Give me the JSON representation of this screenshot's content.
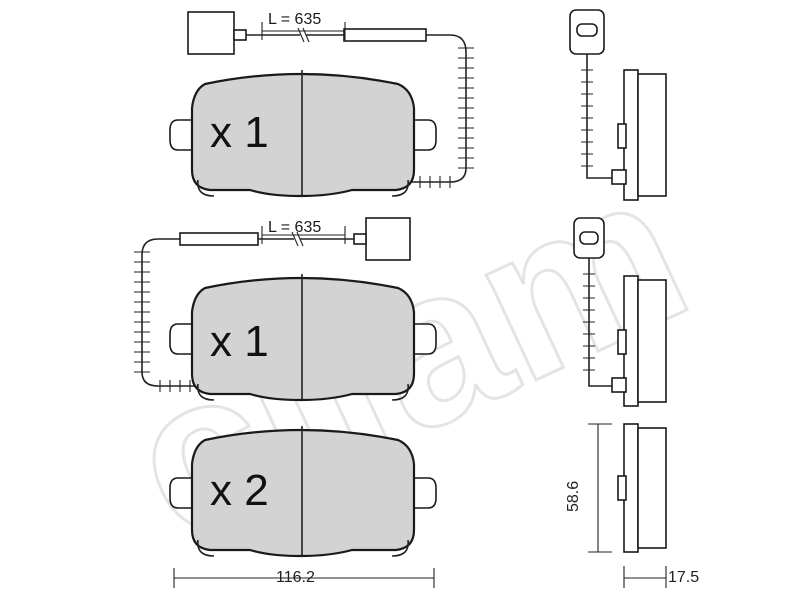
{
  "watermark": "cifam",
  "pads": [
    {
      "id": "pad1",
      "quantity": "x 1",
      "wire_length": "L = 635"
    },
    {
      "id": "pad2",
      "quantity": "x 1",
      "wire_length": "L = 635"
    },
    {
      "id": "pad3",
      "quantity": "x 2"
    }
  ],
  "dimensions": {
    "width": "116.2",
    "height": "58.6",
    "thickness": "17.5"
  }
}
